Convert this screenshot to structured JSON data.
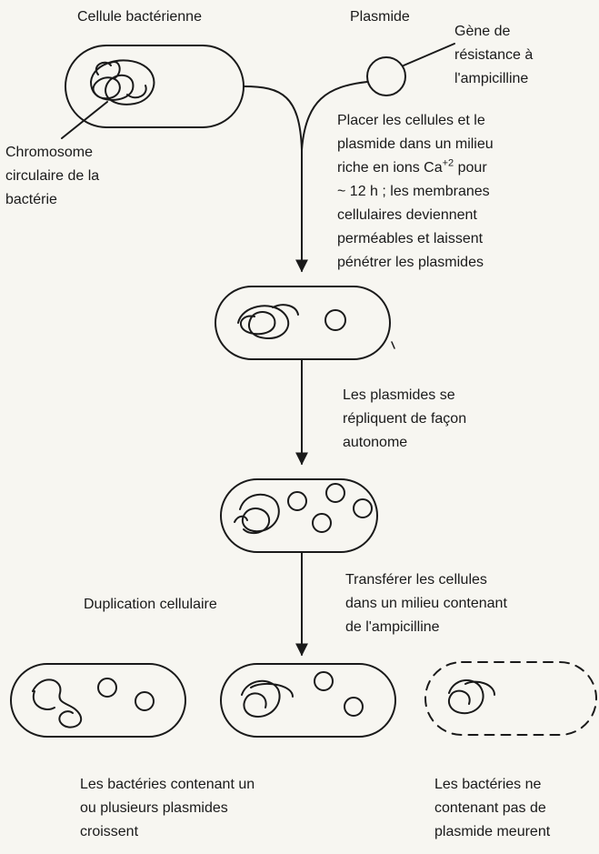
{
  "labels": {
    "cell": "Cellule bactérienne",
    "plasmid": "Plasmide",
    "gene": [
      "Gène de",
      "résistance à",
      "l'ampicilline"
    ],
    "chromosome": [
      "Chromosome",
      "circulaire de la",
      "bactérie"
    ],
    "step1": {
      "l1": "Placer les cellules et le",
      "l2": "plasmide dans un milieu",
      "l3_pre": "riche en ions Ca",
      "l3_sup": "+2",
      "l3_post": " pour",
      "l4": "~ 12 h ; les membranes",
      "l5": "cellulaires deviennent",
      "l6": "perméables et laissent",
      "l7": "pénétrer les plasmides"
    },
    "step2": [
      "Les plasmides se",
      "répliquent de façon",
      "autonome"
    ],
    "step3": [
      "Transférer les cellules",
      "dans un milieu contenant",
      "de l'ampicilline"
    ],
    "duplication": "Duplication cellulaire",
    "survive": [
      "Les bactéries contenant un",
      "ou plusieurs plasmides",
      "croissent"
    ],
    "die": [
      "Les bactéries ne",
      "contenant pas de",
      "plasmide meurent"
    ]
  }
}
